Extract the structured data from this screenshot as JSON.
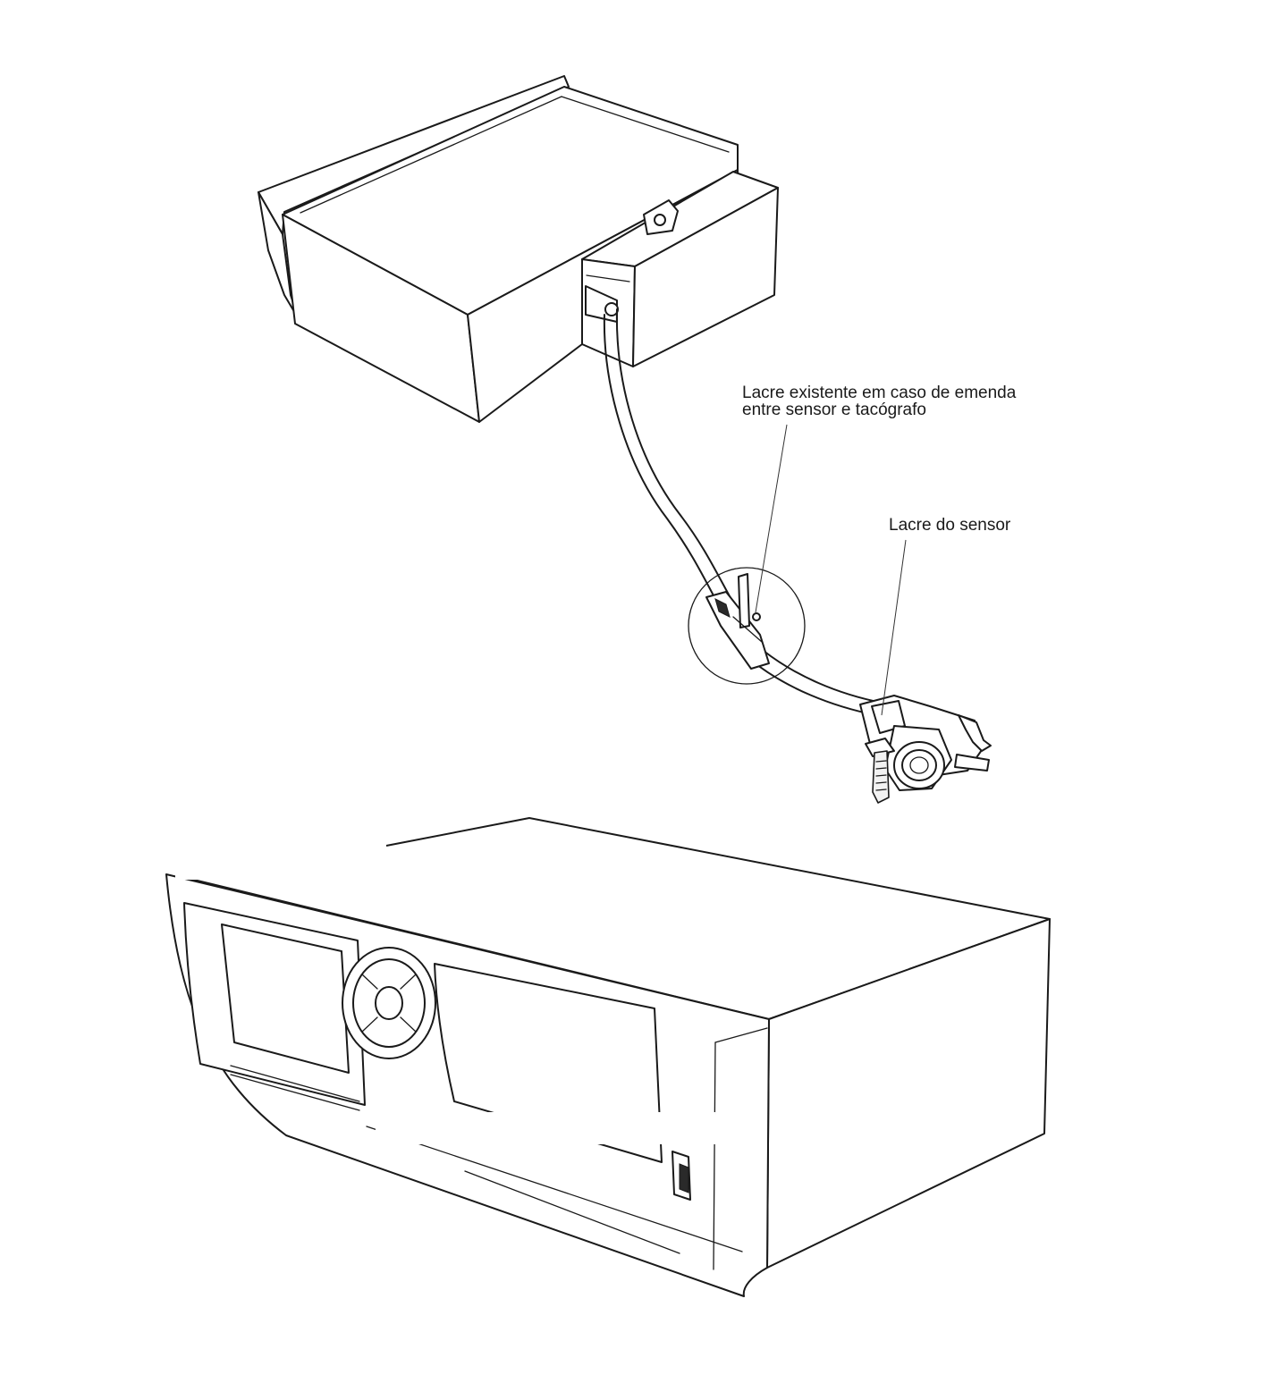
{
  "callouts": {
    "splice_seal": {
      "line1": "Lacre existente em caso de emenda",
      "line2": "entre sensor e tacógrafo"
    },
    "sensor_seal": {
      "text": "Lacre do sensor"
    }
  },
  "colors": {
    "line": "#1a1a1a",
    "background": "#ffffff"
  }
}
